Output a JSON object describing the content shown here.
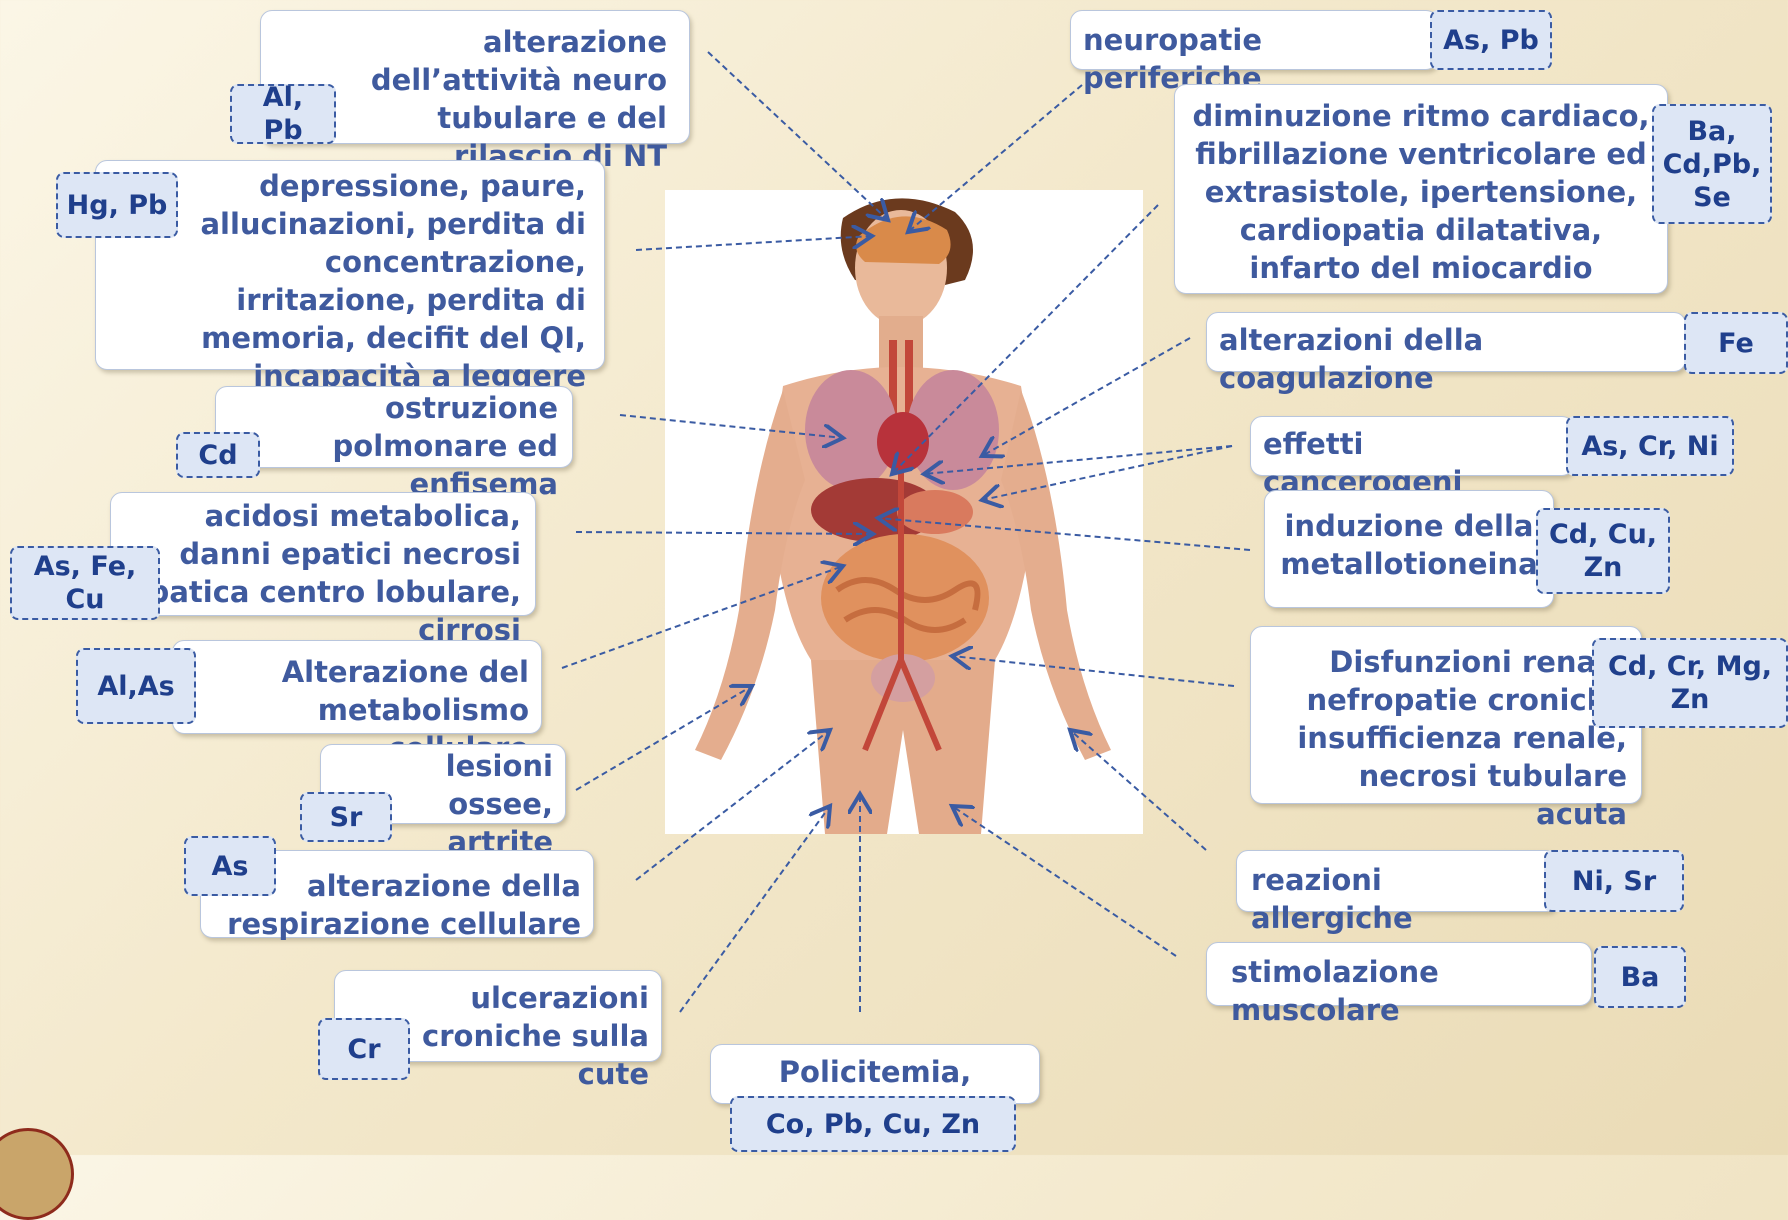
{
  "boxes": {
    "neuro_tubulare": "alterazione dell’attività neuro tubulare e del rilascio di NT",
    "depressione": "depressione, paure, allucinazioni, perdita di concentrazione, irritazione, perdita di memoria, decifit del QI, incapacità a leggere",
    "polmonare": "ostruzione polmonare ed enfisema",
    "acidosi": "acidosi metabolica, danni epatici necrosi epatica centro lobulare, cirrosi",
    "metabolismo": "Alterazione del metabolismo cellulare",
    "lesioni": "lesioni ossee, artrite",
    "respirazione": "alterazione della respirazione cellulare",
    "ulcerazioni": "ulcerazioni croniche sulla cute",
    "policitemia": "Policitemia, anemia",
    "neuropatie": "neuropatie periferiche",
    "cardiaco": "diminuzione ritmo cardiaco, fibrillazione ventricolare ed extrasistole, ipertensione, cardiopatia dilatativa, infarto del miocardio",
    "coagulazione": "alterazioni della coagulazione",
    "cancerogeni": "effetti cancerogeni",
    "metallotioneina": "induzione della metallotioneina",
    "renali": "Disfunzioni renali, nefropatie croniche insufficienza renale, necrosi tubulare acuta",
    "allergiche": "reazioni allergiche",
    "muscolare": "stimolazione muscolare"
  },
  "tags": {
    "neuro_tubulare": "Al, Pb",
    "depressione": "Hg, Pb",
    "polmonare": "Cd",
    "acidosi": "As, Fe, Cu",
    "metabolismo": "Al,As",
    "lesioni": "Sr",
    "respirazione": "As",
    "ulcerazioni": "Cr",
    "policitemia": "Co, Pb, Cu, Zn",
    "neuropatie": "As, Pb",
    "cardiaco": "Ba, Cd,Pb, Se",
    "coagulazione": "Fe",
    "cancerogeni": "As, Cr, Ni",
    "metallotioneina": "Cd, Cu, Zn",
    "renali": "Cd, Cr, Mg, Zn",
    "allergiche": "Ni, Sr",
    "muscolare": "Ba"
  },
  "colors": {
    "box_text": "#3f5a9e",
    "tag_fill": "#dde6f5",
    "tag_border": "#3a5ba3",
    "arrow": "#3a5ba3"
  },
  "icons": {
    "figure": "human-anatomy-figure-icon",
    "seal": "university-seal-icon"
  }
}
